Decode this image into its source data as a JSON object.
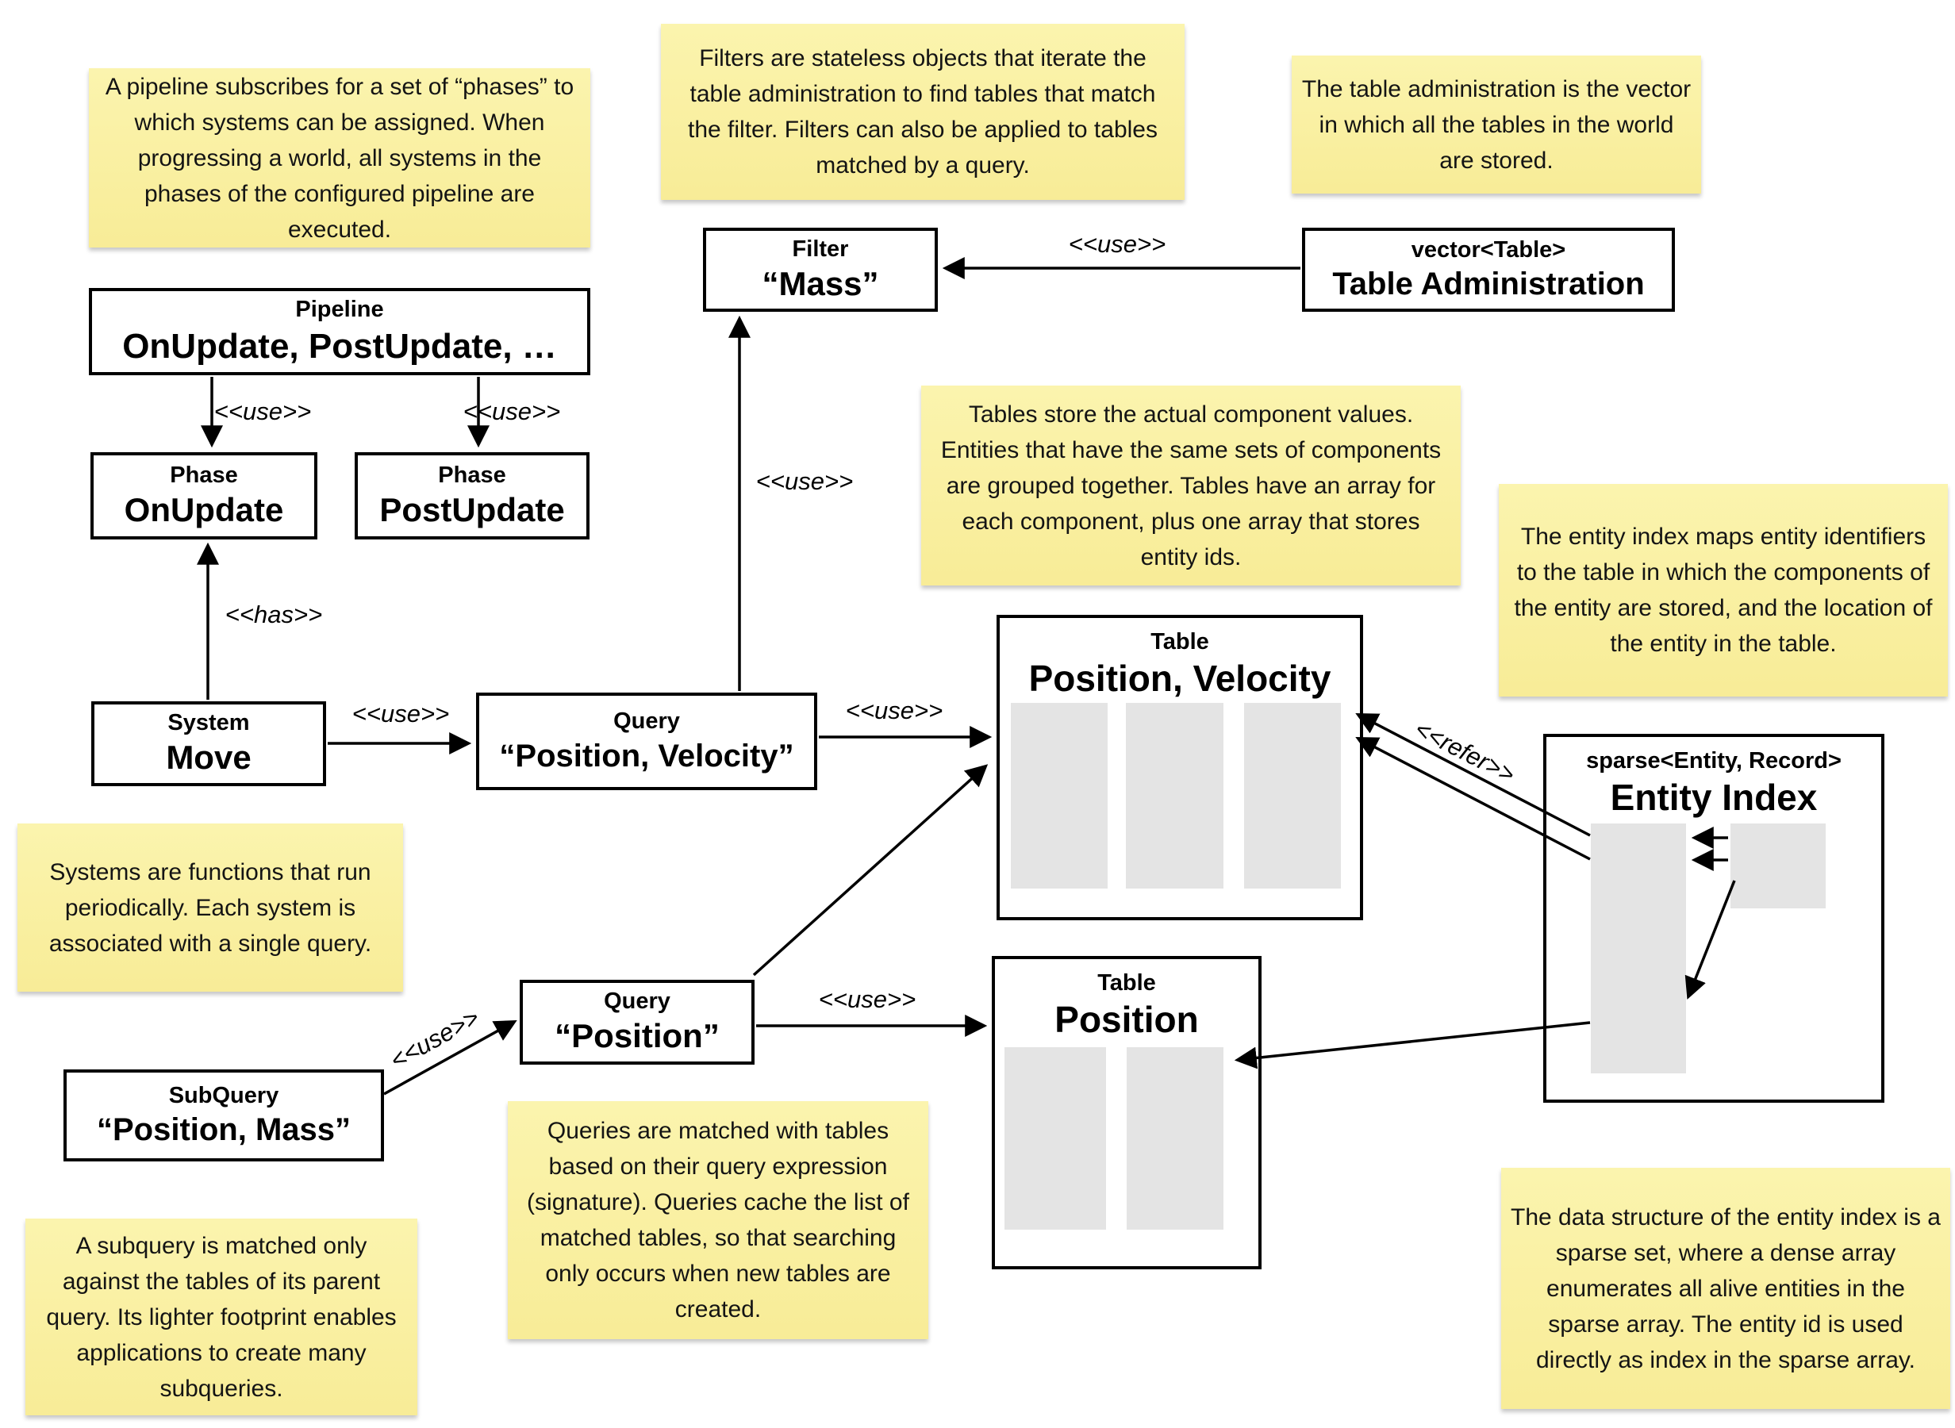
{
  "diagram": {
    "notes": [
      {
        "id": "pipeline-note",
        "text": "A pipeline subscribes for a set of “phases” to which systems can be assigned. When progressing a world, all systems in the phases of the configured pipeline are executed."
      },
      {
        "id": "filter-note",
        "text": "Filters are stateless objects that iterate the table administration to find tables that match the filter. Filters can also be applied to tables matched by a query."
      },
      {
        "id": "table-admin-note",
        "text": "The table administration is the vector in which all the tables in the world are stored."
      },
      {
        "id": "tables-note",
        "text": "Tables store the actual component values. Entities that have the same sets of components are grouped together. Tables have an array for each component, plus one array that stores entity ids."
      },
      {
        "id": "entity-index-note",
        "text": "The entity index maps entity identifiers to the table in which the components of the entity are stored, and the location of the entity in the table."
      },
      {
        "id": "systems-note",
        "text": "Systems are functions that run periodically. Each system is associated with a single query."
      },
      {
        "id": "queries-note",
        "text": "Queries are matched with tables based on their query expression (signature). Queries cache the list of matched tables, so that searching only occurs when new tables are created."
      },
      {
        "id": "subquery-note",
        "text": "A subquery is matched only against the tables of its parent query. Its lighter footprint enables applications to create many subqueries."
      },
      {
        "id": "sparse-set-note",
        "text": "The data structure of the entity index is a sparse set, where a dense array enumerates all alive entities in the sparse array. The entity id is used directly as index in the sparse array."
      }
    ],
    "boxes": [
      {
        "id": "pipeline",
        "title": "Pipeline",
        "value": "OnUpdate, PostUpdate, …"
      },
      {
        "id": "phase-onupdate",
        "title": "Phase",
        "value": "OnUpdate"
      },
      {
        "id": "phase-postupdate",
        "title": "Phase",
        "value": "PostUpdate"
      },
      {
        "id": "system-move",
        "title": "System",
        "value": "Move"
      },
      {
        "id": "query-position-velocity",
        "title": "Query",
        "value": "“Position, Velocity”"
      },
      {
        "id": "filter-mass",
        "title": "Filter",
        "value": "“Mass”"
      },
      {
        "id": "table-administration",
        "title": "vector<Table>",
        "value": "Table Administration"
      },
      {
        "id": "table-position-velocity",
        "title": "Table",
        "value": "Position, Velocity"
      },
      {
        "id": "table-position",
        "title": "Table",
        "value": "Position"
      },
      {
        "id": "entity-index",
        "title": "sparse<Entity, Record>",
        "value": "Entity Index"
      },
      {
        "id": "query-position",
        "title": "Query",
        "value": "“Position”"
      },
      {
        "id": "subquery",
        "title": "SubQuery",
        "value": "“Position, Mass”"
      }
    ],
    "edge_labels": {
      "use": "<<use>>",
      "has": "<<has>>",
      "refer": "<<refer>>"
    },
    "colors": {
      "note_bg": "#F9F0A2",
      "box_bg": "#FFFFFF",
      "box_border": "#000000",
      "array_fill": "#E4E4E4",
      "line": "#000000"
    }
  }
}
